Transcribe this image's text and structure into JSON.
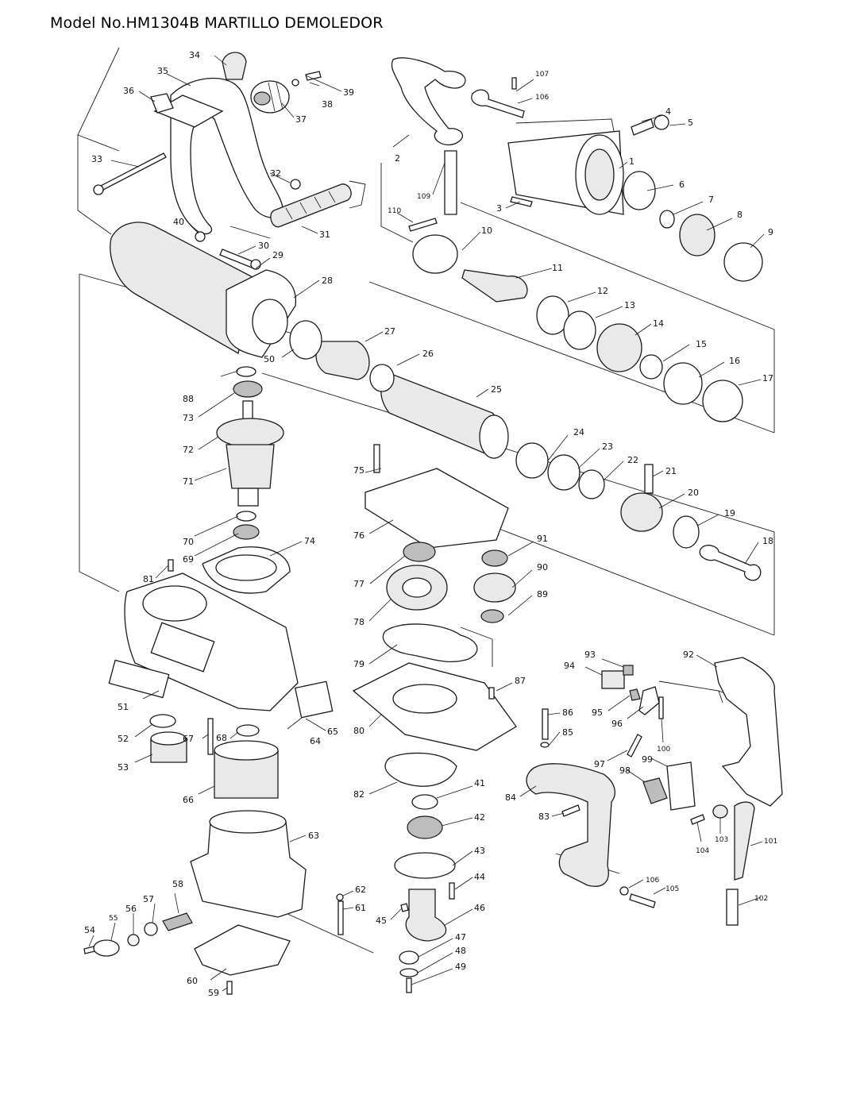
{
  "header": {
    "title": "Model No.HM1304B MARTILLO DEMOLEDOR"
  },
  "parts": [
    {
      "id": "p1",
      "label": "1"
    },
    {
      "id": "p2",
      "label": "2"
    },
    {
      "id": "p3",
      "label": "3"
    },
    {
      "id": "p4",
      "label": "4"
    },
    {
      "id": "p5",
      "label": "5"
    },
    {
      "id": "p6",
      "label": "6"
    },
    {
      "id": "p7",
      "label": "7"
    },
    {
      "id": "p8",
      "label": "8"
    },
    {
      "id": "p9",
      "label": "9"
    },
    {
      "id": "p10",
      "label": "10"
    },
    {
      "id": "p11",
      "label": "11"
    },
    {
      "id": "p12",
      "label": "12"
    },
    {
      "id": "p13",
      "label": "13"
    },
    {
      "id": "p14",
      "label": "14"
    },
    {
      "id": "p15",
      "label": "15"
    },
    {
      "id": "p16",
      "label": "16"
    },
    {
      "id": "p17",
      "label": "17"
    },
    {
      "id": "p18",
      "label": "18"
    },
    {
      "id": "p19",
      "label": "19"
    },
    {
      "id": "p20",
      "label": "20"
    },
    {
      "id": "p21",
      "label": "21"
    },
    {
      "id": "p22",
      "label": "22"
    },
    {
      "id": "p23",
      "label": "23"
    },
    {
      "id": "p24",
      "label": "24"
    },
    {
      "id": "p25",
      "label": "25"
    },
    {
      "id": "p26",
      "label": "26"
    },
    {
      "id": "p27",
      "label": "27"
    },
    {
      "id": "p28",
      "label": "28"
    },
    {
      "id": "p29",
      "label": "29"
    },
    {
      "id": "p30",
      "label": "30"
    },
    {
      "id": "p31",
      "label": "31"
    },
    {
      "id": "p32",
      "label": "32"
    },
    {
      "id": "p33",
      "label": "33"
    },
    {
      "id": "p34",
      "label": "34"
    },
    {
      "id": "p35",
      "label": "35"
    },
    {
      "id": "p36",
      "label": "36"
    },
    {
      "id": "p37",
      "label": "37"
    },
    {
      "id": "p38",
      "label": "38"
    },
    {
      "id": "p39",
      "label": "39"
    },
    {
      "id": "p40",
      "label": "40"
    },
    {
      "id": "p41",
      "label": "41"
    },
    {
      "id": "p42",
      "label": "42"
    },
    {
      "id": "p43",
      "label": "43"
    },
    {
      "id": "p44",
      "label": "44"
    },
    {
      "id": "p45",
      "label": "45"
    },
    {
      "id": "p46",
      "label": "46"
    },
    {
      "id": "p47",
      "label": "47"
    },
    {
      "id": "p48",
      "label": "48"
    },
    {
      "id": "p49",
      "label": "49"
    },
    {
      "id": "p50",
      "label": "50"
    },
    {
      "id": "p51",
      "label": "51"
    },
    {
      "id": "p52",
      "label": "52"
    },
    {
      "id": "p53",
      "label": "53"
    },
    {
      "id": "p54",
      "label": "54"
    },
    {
      "id": "p55",
      "label": "55"
    },
    {
      "id": "p56",
      "label": "56"
    },
    {
      "id": "p57",
      "label": "57"
    },
    {
      "id": "p58",
      "label": "58"
    },
    {
      "id": "p59",
      "label": "59"
    },
    {
      "id": "p60",
      "label": "60"
    },
    {
      "id": "p61",
      "label": "61"
    },
    {
      "id": "p62",
      "label": "62"
    },
    {
      "id": "p63",
      "label": "63"
    },
    {
      "id": "p64",
      "label": "64"
    },
    {
      "id": "p65",
      "label": "65"
    },
    {
      "id": "p66",
      "label": "66"
    },
    {
      "id": "p67",
      "label": "67"
    },
    {
      "id": "p68",
      "label": "68"
    },
    {
      "id": "p69",
      "label": "69"
    },
    {
      "id": "p70",
      "label": "70"
    },
    {
      "id": "p71",
      "label": "71"
    },
    {
      "id": "p72",
      "label": "72"
    },
    {
      "id": "p73",
      "label": "73"
    },
    {
      "id": "p74",
      "label": "74"
    },
    {
      "id": "p75",
      "label": "75"
    },
    {
      "id": "p76",
      "label": "76"
    },
    {
      "id": "p77",
      "label": "77"
    },
    {
      "id": "p78",
      "label": "78"
    },
    {
      "id": "p79",
      "label": "79"
    },
    {
      "id": "p80",
      "label": "80"
    },
    {
      "id": "p81",
      "label": "81"
    },
    {
      "id": "p82",
      "label": "82"
    },
    {
      "id": "p83",
      "label": "83"
    },
    {
      "id": "p84",
      "label": "84"
    },
    {
      "id": "p85",
      "label": "85"
    },
    {
      "id": "p86",
      "label": "86"
    },
    {
      "id": "p87",
      "label": "87"
    },
    {
      "id": "p88",
      "label": "88"
    },
    {
      "id": "p89",
      "label": "89"
    },
    {
      "id": "p90",
      "label": "90"
    },
    {
      "id": "p91",
      "label": "91"
    },
    {
      "id": "p92",
      "label": "92"
    },
    {
      "id": "p93",
      "label": "93"
    },
    {
      "id": "p94",
      "label": "94"
    },
    {
      "id": "p95",
      "label": "95"
    },
    {
      "id": "p96",
      "label": "96"
    },
    {
      "id": "p97",
      "label": "97"
    },
    {
      "id": "p98",
      "label": "98"
    },
    {
      "id": "p99",
      "label": "99"
    },
    {
      "id": "p100",
      "label": "100"
    },
    {
      "id": "p101",
      "label": "101"
    },
    {
      "id": "p102",
      "label": "102"
    },
    {
      "id": "p103a",
      "label": "103"
    },
    {
      "id": "p103b",
      "label": "103"
    },
    {
      "id": "p104",
      "label": "104"
    },
    {
      "id": "p105",
      "label": "105"
    },
    {
      "id": "p106a",
      "label": "106"
    },
    {
      "id": "p106b",
      "label": "106"
    },
    {
      "id": "p107",
      "label": "107"
    },
    {
      "id": "p109",
      "label": "109"
    },
    {
      "id": "p110",
      "label": "110"
    }
  ]
}
